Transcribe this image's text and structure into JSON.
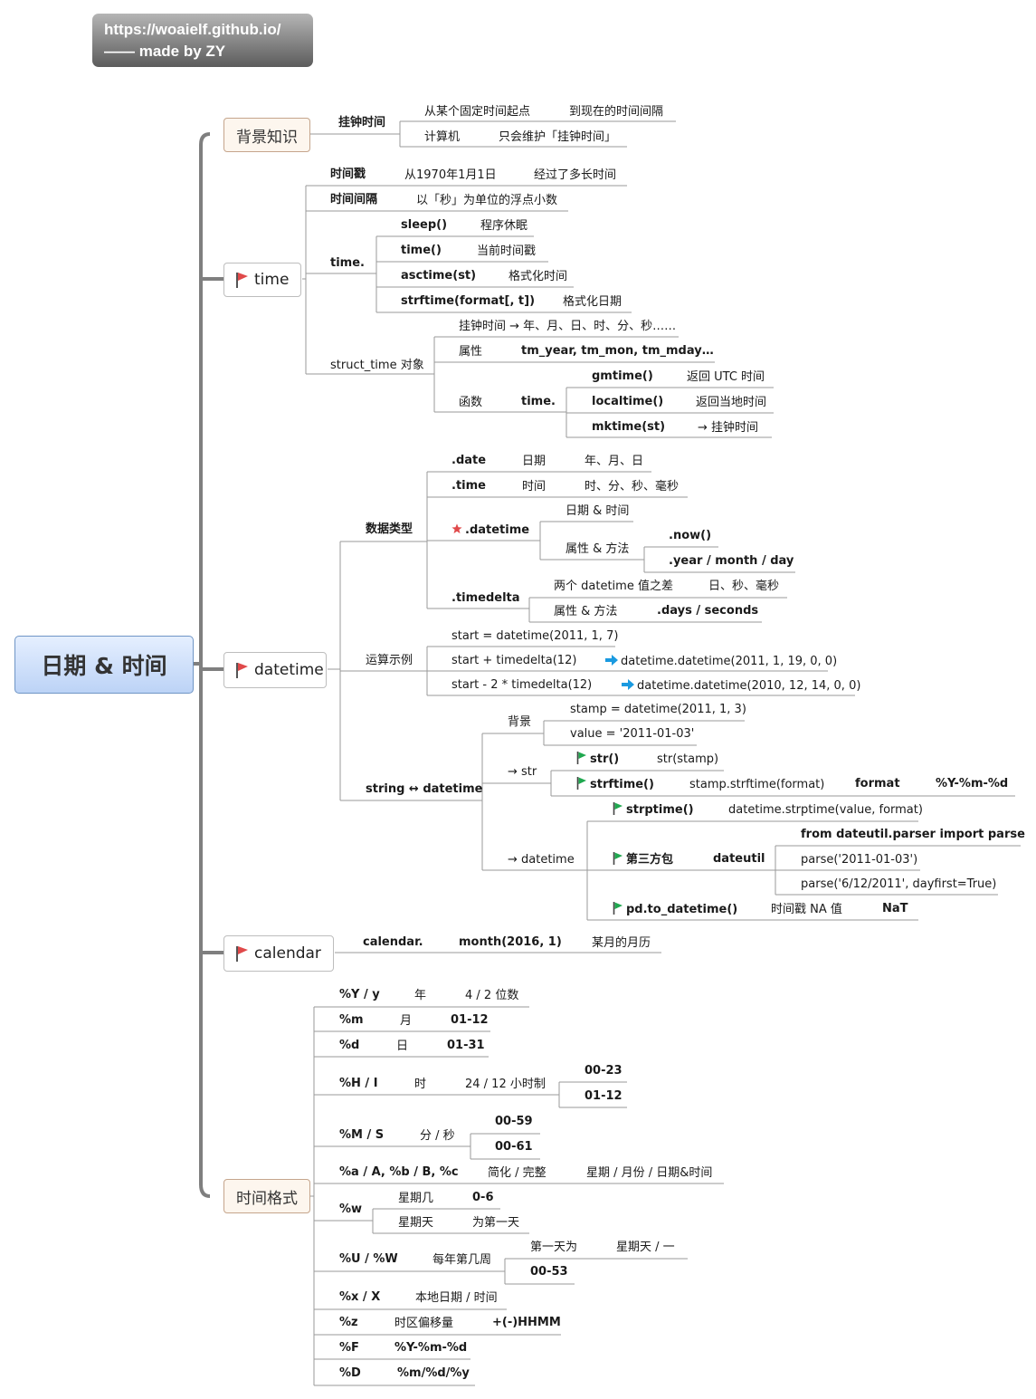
{
  "banner": {
    "line1": "https://woaielf.github.io/",
    "line2": "—— made by ZY"
  },
  "root": "日期 & 时间",
  "main": {
    "background": "背景知识",
    "time": "time",
    "datetime": "datetime",
    "calendar": "calendar",
    "format": "时间格式"
  },
  "colors": {
    "flag_red": "#e0494a",
    "flag_green": "#1fa84f",
    "arrow_blue": "#1a9ae0",
    "star_red": "#e0494a"
  },
  "bg": {
    "wall": "挂钟时间",
    "from": "从某个固定时间起点",
    "to": "到现在的时间间隔",
    "computer": "计算机",
    "only": "只会维护「挂钟时间」"
  },
  "time": {
    "stamp": "时间戳",
    "stamp_from": "从1970年1月1日",
    "stamp_desc": "经过了多长时间",
    "interval": "时间间隔",
    "interval_desc": "以「秒」为单位的浮点小数",
    "mod": "time.",
    "sleep": "sleep()",
    "sleep_desc": "程序休眠",
    "time_fn": "time()",
    "time_desc": "当前时间戳",
    "asctime": "asctime(st)",
    "asctime_desc": "格式化时间",
    "strftime": "strftime(format[, t])",
    "strftime_desc": "格式化日期",
    "struct": "struct_time 对象",
    "wall": "挂钟时间 → 年、月、日、时、分、秒……",
    "attr": "属性",
    "attr_val": "tm_year, tm_mon, tm_mday…",
    "func": "函数",
    "func_mod": "time.",
    "gmtime": "gmtime()",
    "gmtime_desc": "返回 UTC 时间",
    "localtime": "localtime()",
    "localtime_desc": "返回当地时间",
    "mktime": "mktime(st)",
    "mktime_desc": "→ 挂钟时间"
  },
  "dt": {
    "types": "数据类型",
    "date": ".date",
    "date_cn": "日期",
    "date_desc": "年、月、日",
    "time": ".time",
    "time_cn": "时间",
    "time_desc": "时、分、秒、毫秒",
    "datetime": ".datetime",
    "dt_cn": "日期 & 时间",
    "dt_attr": "属性 & 方法",
    "now": ".now()",
    "ymd": ".year / month / day",
    "timedelta": ".timedelta",
    "td_diff": "两个 datetime 值之差",
    "td_units": "日、秒、毫秒",
    "td_attr": "属性 & 方法",
    "td_val": ".days / seconds",
    "ops": "运算示例",
    "op1": "start = datetime(2011, 1, 7)",
    "op2": "start + timedelta(12)",
    "op2_res": "datetime.datetime(2011, 1, 19, 0, 0)",
    "op3": "start - 2 * timedelta(12)",
    "op3_res": "datetime.datetime(2010, 12, 14, 0, 0)",
    "conv": "string ↔ datetime",
    "bg": "背景",
    "bg1": "stamp = datetime(2011, 1, 3)",
    "bg2": "value = '2011-01-03'",
    "tostr": "→ str",
    "str": "str()",
    "str_ex": "str(stamp)",
    "strftime": "strftime()",
    "strftime_ex": "stamp.strftime(format)",
    "format": "format",
    "format_val": "%Y-%m-%d",
    "todt": "→ datetime",
    "strptime": "strptime()",
    "strptime_ex": "datetime.strptime(value, format)",
    "third": "第三方包",
    "dateutil": "dateutil",
    "import": "from dateutil.parser import parse",
    "parse1": "parse('2011-01-03')",
    "parse2": "parse('6/12/2011', dayfirst=True)",
    "pd": "pd.to_datetime()",
    "na": "时间戳 NA 值",
    "nat": "NaT"
  },
  "cal": {
    "mod": "calendar.",
    "month": "month(2016, 1)",
    "desc": "某月的月历"
  },
  "fmt": {
    "Y": "%Y / y",
    "Y_cn": "年",
    "Y_desc": "4 / 2 位数",
    "m": "%m",
    "m_cn": "月",
    "m_range": "01-12",
    "d": "%d",
    "d_cn": "日",
    "d_range": "01-31",
    "H": "%H / I",
    "H_cn": "时",
    "H_desc": "24 / 12 小时制",
    "H_r1": "00-23",
    "H_r2": "01-12",
    "M": "%M / S",
    "M_cn": "分 / 秒",
    "M_r1": "00-59",
    "M_r2": "00-61",
    "a": "%a / A, %b / B, %c",
    "a_cn": "简化 / 完整",
    "a_desc": "星期 / 月份 / 日期&时间",
    "w": "%w",
    "w_week": "星期几",
    "w_range": "0-6",
    "w_sun": "星期天",
    "w_first": "为第一天",
    "U": "%U / %W",
    "U_cn": "每年第几周",
    "U_first": "第一天为",
    "U_day": "星期天 / 一",
    "U_range": "00-53",
    "x": "%x / X",
    "x_cn": "本地日期 / 时间",
    "z": "%z",
    "z_cn": "时区偏移量",
    "z_val": "+(-)HHMM",
    "F": "%F",
    "F_val": "%Y-%m-%d",
    "D": "%D",
    "D_val": "%m/%d/%y"
  }
}
